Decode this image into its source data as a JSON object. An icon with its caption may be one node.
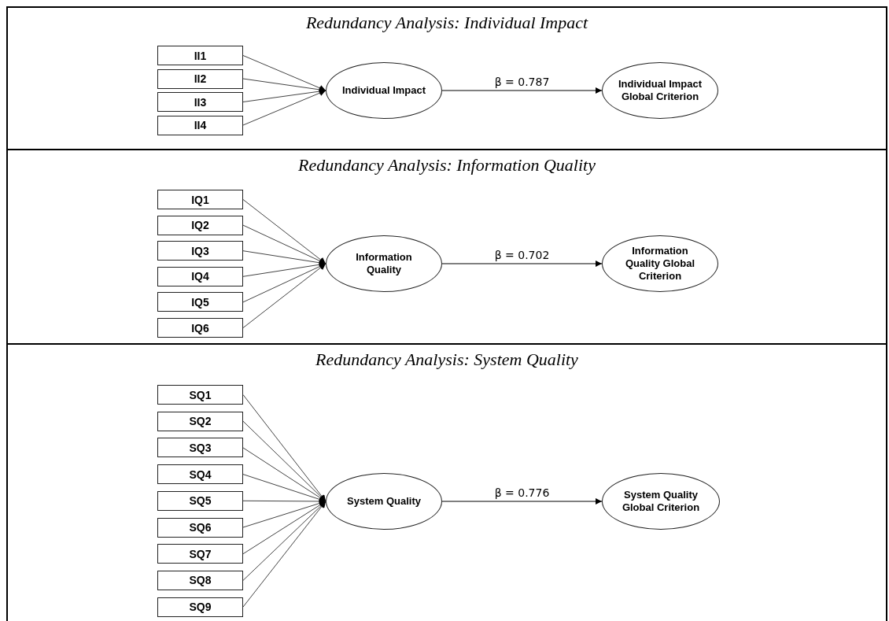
{
  "diagram": {
    "nodes": [
      {
        "text": [
          "Redundancy Analysis: Individual Impact"
        ]
      },
      {
        "text": [
          "II1"
        ],
        "in": 0
      },
      {
        "text": [
          "II2"
        ],
        "in": 0
      },
      {
        "text": [
          "II3"
        ],
        "in": 0
      },
      {
        "text": [
          "II4"
        ],
        "in": 0
      },
      {
        "text": [
          "Individual Impact"
        ],
        "in": 0
      },
      {
        "text": [
          "Individual Impact Global Criterion"
        ],
        "in": 0
      },
      {
        "text": [
          "Redundancy Analysis: Information Quality"
        ]
      },
      {
        "text": [
          "IQ1"
        ],
        "in": 7
      },
      {
        "text": [
          "IQ2"
        ],
        "in": 7
      },
      {
        "text": [
          "IQ3"
        ],
        "in": 7
      },
      {
        "text": [
          "IQ4"
        ],
        "in": 7
      },
      {
        "text": [
          "IQ5"
        ],
        "in": 7
      },
      {
        "text": [
          "IQ6"
        ],
        "in": 7
      },
      {
        "text": [
          "Information Quality"
        ],
        "in": 7
      },
      {
        "text": [
          "Information Quality Global Criterion"
        ],
        "in": 7
      },
      {
        "text": [
          "Redundancy Analysis: System Quality"
        ]
      },
      {
        "text": [
          "SQ1"
        ],
        "in": 16
      },
      {
        "text": [
          "SQ2"
        ],
        "in": 16
      },
      {
        "text": [
          "SQ3"
        ],
        "in": 16
      },
      {
        "text": [
          "SQ4"
        ],
        "in": 16
      },
      {
        "text": [
          "SQ5"
        ],
        "in": 16
      },
      {
        "text": [
          "SQ6"
        ],
        "in": 16
      },
      {
        "text": [
          "SQ7"
        ],
        "in": 16
      },
      {
        "text": [
          "SQ8"
        ],
        "in": 16
      },
      {
        "text": [
          "SQ9"
        ],
        "in": 16
      },
      {
        "text": [
          "System Quality"
        ],
        "in": 16
      },
      {
        "text": [
          "System Quality Global Criterion"
        ],
        "in": 16
      }
    ],
    "edges": [
      {
        "from": 1,
        "to": 5,
        "arrow": "to"
      },
      {
        "from": 2,
        "to": 5,
        "arrow": "to"
      },
      {
        "from": 3,
        "to": 5,
        "arrow": "to"
      },
      {
        "from": 4,
        "to": 5,
        "arrow": "to"
      },
      {
        "from": 5,
        "to": 6,
        "arrow": "to",
        "label": "β = 0.787"
      },
      {
        "from": 8,
        "to": 14,
        "arrow": "to"
      },
      {
        "from": 9,
        "to": 14,
        "arrow": "to"
      },
      {
        "from": 10,
        "to": 14,
        "arrow": "to"
      },
      {
        "from": 11,
        "to": 14,
        "arrow": "to"
      },
      {
        "from": 12,
        "to": 14,
        "arrow": "to"
      },
      {
        "from": 13,
        "to": 14,
        "arrow": "to"
      },
      {
        "from": 14,
        "to": 15,
        "arrow": "to",
        "label": "β = 0.702"
      },
      {
        "from": 17,
        "to": 26,
        "arrow": "to"
      },
      {
        "from": 18,
        "to": 26,
        "arrow": "to"
      },
      {
        "from": 19,
        "to": 26,
        "arrow": "to"
      },
      {
        "from": 20,
        "to": 26,
        "arrow": "to"
      },
      {
        "from": 21,
        "to": 26,
        "arrow": "to"
      },
      {
        "from": 22,
        "to": 26,
        "arrow": "to"
      },
      {
        "from": 23,
        "to": 26,
        "arrow": "to"
      },
      {
        "from": 24,
        "to": 26,
        "arrow": "to"
      },
      {
        "from": 25,
        "to": 26,
        "arrow": "to"
      },
      {
        "from": 26,
        "to": 27,
        "arrow": "to",
        "label": "β = 0.776"
      }
    ]
  }
}
